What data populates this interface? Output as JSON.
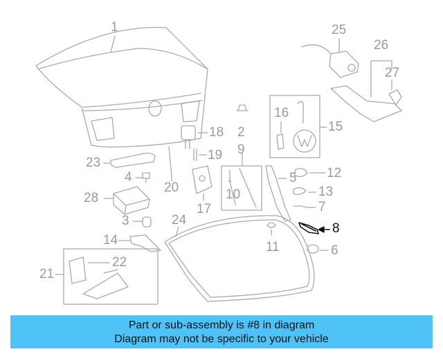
{
  "banner": {
    "line1": "Part or sub-assembly is #8 in diagram",
    "line2": "Diagram may not be specific to your vehicle",
    "background": "#4fc3f7"
  },
  "diagram": {
    "highlight_part": "8",
    "line_color": "#a9a9a9",
    "highlight_color": "#111111",
    "callouts": [
      {
        "id": "c1",
        "label": "1"
      },
      {
        "id": "c2",
        "label": "2"
      },
      {
        "id": "c3",
        "label": "3"
      },
      {
        "id": "c4",
        "label": "4"
      },
      {
        "id": "c5",
        "label": "5"
      },
      {
        "id": "c6",
        "label": "6"
      },
      {
        "id": "c7",
        "label": "7"
      },
      {
        "id": "c8",
        "label": "8"
      },
      {
        "id": "c9",
        "label": "9"
      },
      {
        "id": "c10",
        "label": "10"
      },
      {
        "id": "c11",
        "label": "11"
      },
      {
        "id": "c12",
        "label": "12"
      },
      {
        "id": "c13",
        "label": "13"
      },
      {
        "id": "c14",
        "label": "14"
      },
      {
        "id": "c15",
        "label": "15"
      },
      {
        "id": "c16",
        "label": "16"
      },
      {
        "id": "c17",
        "label": "17"
      },
      {
        "id": "c18",
        "label": "18"
      },
      {
        "id": "c19",
        "label": "19"
      },
      {
        "id": "c20",
        "label": "20"
      },
      {
        "id": "c21",
        "label": "21"
      },
      {
        "id": "c22",
        "label": "22"
      },
      {
        "id": "c23",
        "label": "23"
      },
      {
        "id": "c24",
        "label": "24"
      },
      {
        "id": "c25",
        "label": "25"
      },
      {
        "id": "c26",
        "label": "26"
      },
      {
        "id": "c27",
        "label": "27"
      },
      {
        "id": "c28",
        "label": "28"
      }
    ]
  }
}
